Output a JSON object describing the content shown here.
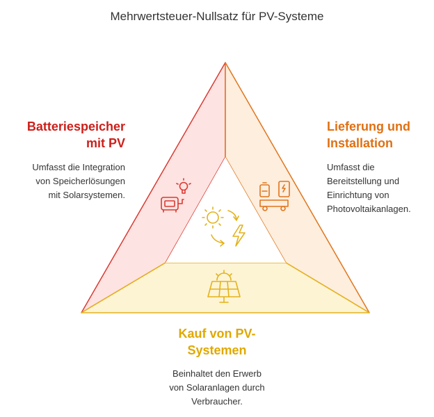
{
  "title": "Mehrwertsteuer-Nullsatz für PV-Systeme",
  "left": {
    "heading": [
      "Batteriespeicher",
      "mit PV"
    ],
    "description": [
      "Umfasst die Integration",
      "von Speicherlösungen",
      "mit Solarsystemen."
    ],
    "icon": "battery-bulb-icon",
    "color": "#cc1f1a"
  },
  "right": {
    "heading": [
      "Lieferung und",
      "Installation"
    ],
    "description": [
      "Umfasst die",
      "Bereitstellung und",
      "Einrichtung von",
      "Photovoltaikanlagen."
    ],
    "icon": "delivery-truck-icon",
    "color": "#e07012"
  },
  "bottom": {
    "heading": [
      "Kauf von PV-",
      "Systemen"
    ],
    "description": [
      "Beinhaltet den Erwerb",
      "von Solaranlagen durch",
      "Verbraucher."
    ],
    "icon": "solar-panel-icon",
    "color": "#e0a800"
  },
  "center": {
    "icon": "sun-energy-cycle-icon"
  }
}
